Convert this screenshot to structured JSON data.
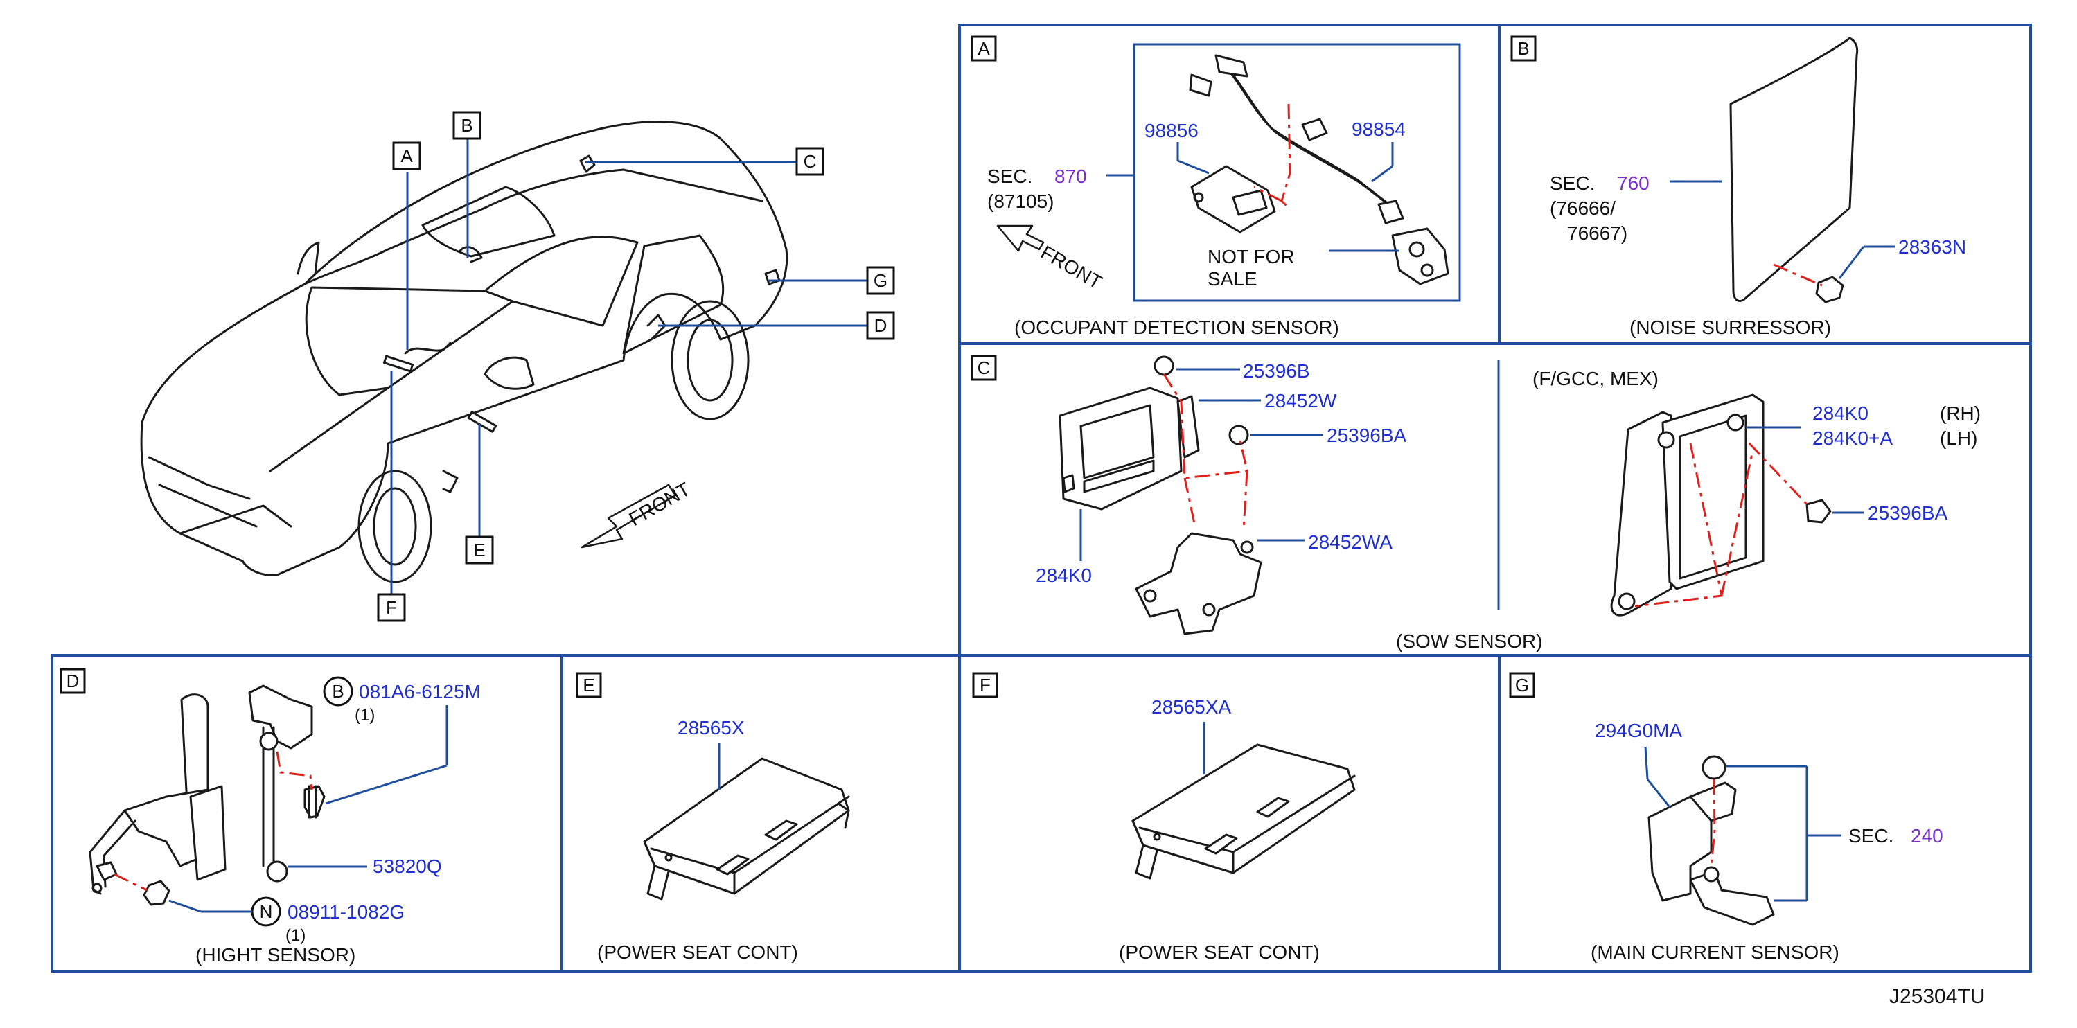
{
  "drawing_code": "J25304TU",
  "vehicle_view": {
    "callouts": [
      "A",
      "B",
      "C",
      "D",
      "E",
      "F",
      "G"
    ],
    "front_label": "FRONT"
  },
  "panels": {
    "A": {
      "letter": "A",
      "caption": "(OCCUPANT   DETECTION   SENSOR)",
      "sec_prefix": "SEC.",
      "sec_number": "870",
      "sec_ref": "(87105)",
      "front_label": "FRONT",
      "parts": [
        "98856",
        "98854"
      ],
      "not_for_sale_1": "NOT    FOR",
      "not_for_sale_2": "SALE"
    },
    "B": {
      "letter": "B",
      "caption": "(NOISE   SURRESSOR)",
      "sec_prefix": "SEC.",
      "sec_number": "760",
      "sec_ref_1": "(76666/",
      "sec_ref_2": "76667)",
      "parts": [
        "28363N"
      ]
    },
    "C": {
      "letter": "C",
      "caption": "(SOW   SENSOR)",
      "variant": "(F/GCC,   MEX)",
      "parts_left": [
        "25396B",
        "28452W",
        "25396BA",
        "28452WA",
        "284K0"
      ],
      "parts_right": [
        "284K0",
        "284K0+A",
        "25396BA"
      ],
      "side_rh": "(RH)",
      "side_lh": "(LH)"
    },
    "D": {
      "letter": "D",
      "caption": "(HIGHT   SENSOR)",
      "bolt_symbol": "B",
      "bolt_part": "081A6-6125M",
      "bolt_qty": "(1)",
      "sensor_part": "53820Q",
      "nut_symbol": "N",
      "nut_part": "08911-1082G",
      "nut_qty": "(1)"
    },
    "E": {
      "letter": "E",
      "caption": "(POWER   SEAT   CONT)",
      "part": "28565X"
    },
    "F": {
      "letter": "F",
      "caption": "(POWER   SEAT   CONT)",
      "part": "28565XA"
    },
    "G": {
      "letter": "G",
      "caption": "(MAIN   CURRENT   SENSOR)",
      "part": "294G0MA",
      "sec_prefix": "SEC.",
      "sec_number": "240"
    }
  },
  "colors": {
    "frame": "#1f4e9c",
    "part_number": "#1f2fd0",
    "section_number": "#7a2fd0",
    "center_line": "#e0201b"
  }
}
